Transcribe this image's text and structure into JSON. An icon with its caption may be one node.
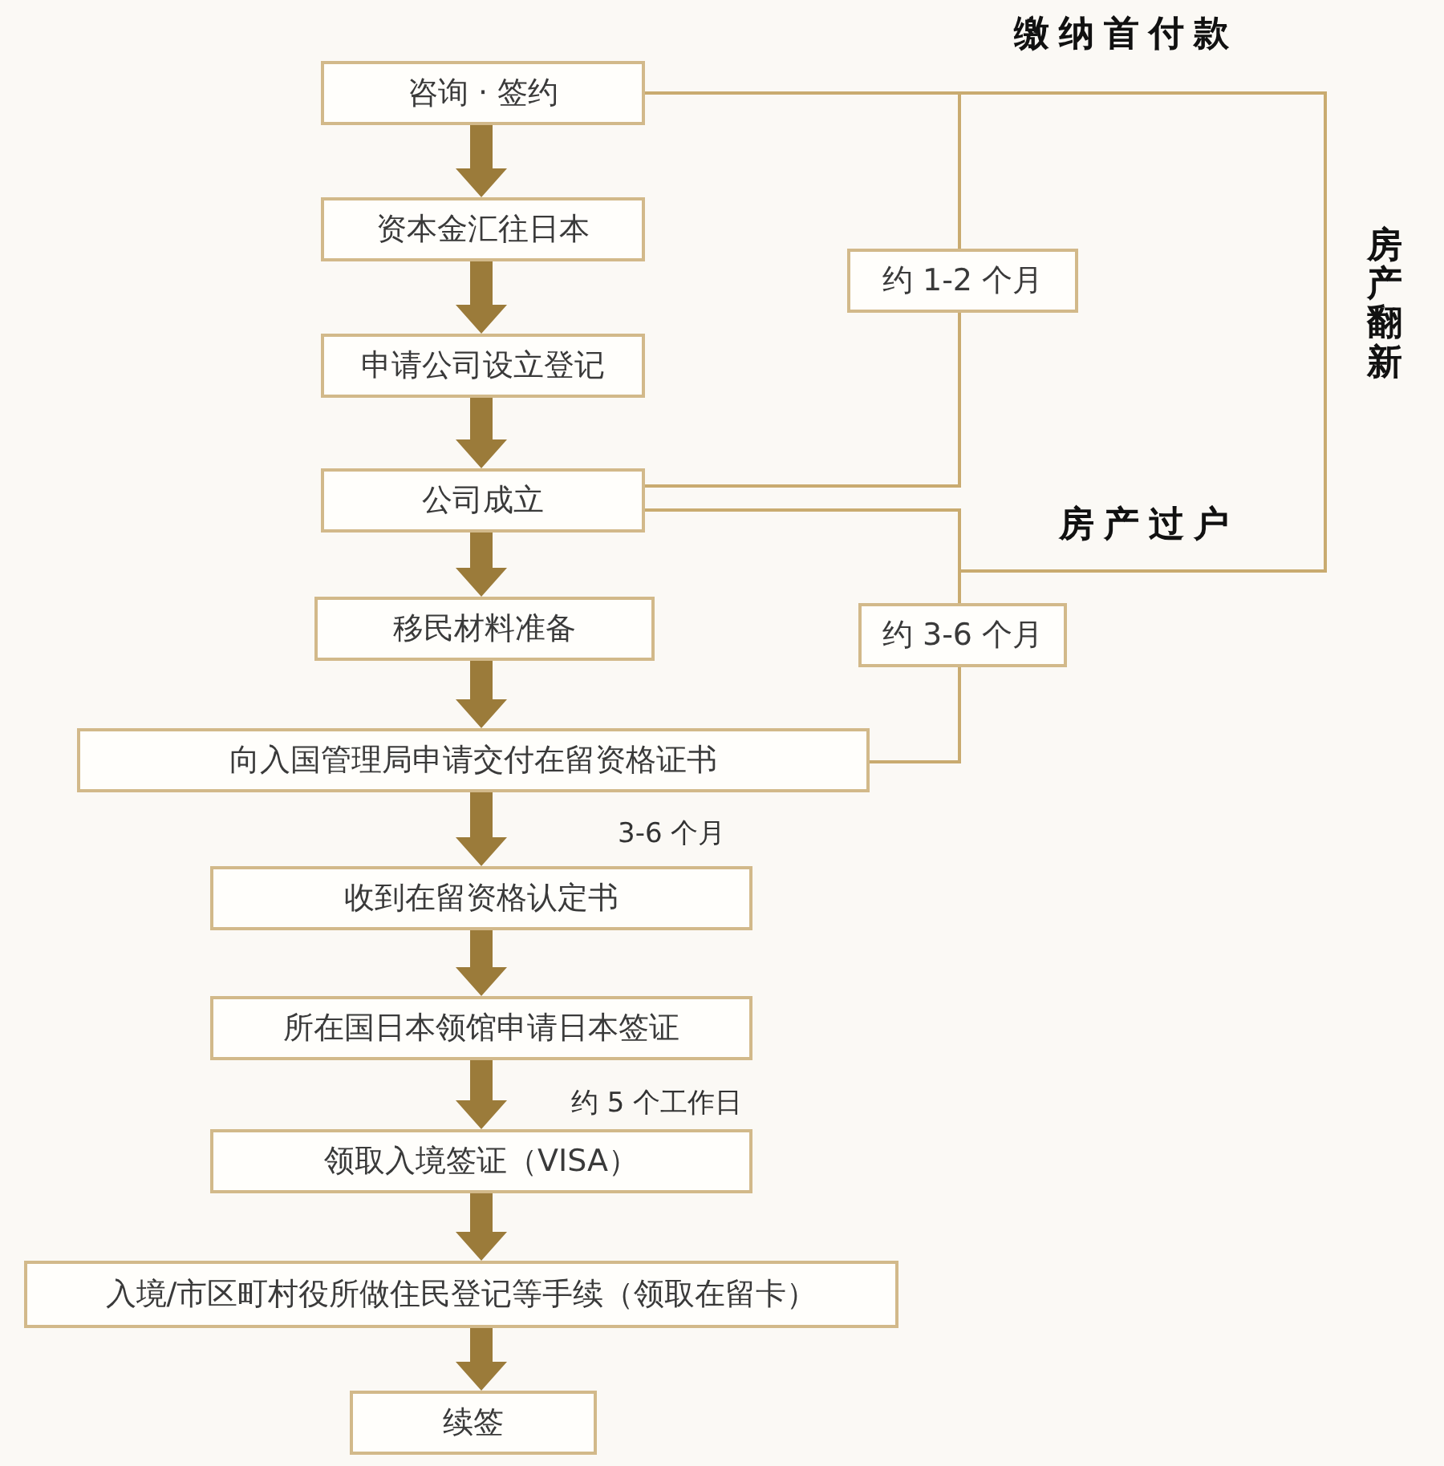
{
  "diagram": {
    "nodes": [
      {
        "text": [
          "咨询 · 签约"
        ]
      },
      {
        "text": [
          "资本金汇往日本"
        ]
      },
      {
        "text": [
          "申请公司设立登记"
        ]
      },
      {
        "text": [
          "公司成立"
        ]
      },
      {
        "text": [
          "移民材料准备"
        ]
      },
      {
        "text": [
          "向入国管理局申请交付在留资格证书"
        ]
      },
      {
        "text": [
          "收到在留资格认定书"
        ]
      },
      {
        "text": [
          "所在国日本领馆申请日本签证"
        ]
      },
      {
        "text": [
          "领取入境签证（VISA）"
        ]
      },
      {
        "text": [
          "入境/市区町村役所做住民登记等手续（领取在留卡）"
        ]
      },
      {
        "text": [
          "续签"
        ]
      },
      {
        "text": [
          "约 1-2 个月"
        ]
      },
      {
        "text": [
          "约 3-6 个月"
        ]
      }
    ],
    "edges": [
      {
        "from": 0,
        "to": 1,
        "arrow": "to",
        "style": "thick"
      },
      {
        "from": 1,
        "to": 2,
        "arrow": "to",
        "style": "thick"
      },
      {
        "from": 2,
        "to": 3,
        "arrow": "to",
        "style": "thick"
      },
      {
        "from": 3,
        "to": 4,
        "arrow": "to",
        "style": "thick"
      },
      {
        "from": 4,
        "to": 5,
        "arrow": "to",
        "style": "thick"
      },
      {
        "from": 5,
        "to": 6,
        "arrow": "to",
        "style": "thick"
      },
      {
        "from": 6,
        "to": 7,
        "arrow": "to",
        "style": "thick"
      },
      {
        "from": 7,
        "to": 8,
        "arrow": "to",
        "style": "thick"
      },
      {
        "from": 8,
        "to": 9,
        "arrow": "to",
        "style": "thick"
      },
      {
        "from": 9,
        "to": 10,
        "arrow": "to",
        "style": "thick"
      },
      {
        "from": 0,
        "to": 11,
        "arrow": "none",
        "color": "#c9ab70"
      },
      {
        "from": 11,
        "to": 3,
        "arrow": "none",
        "color": "#c9ab70"
      },
      {
        "from": 3,
        "to": 12,
        "arrow": "none",
        "color": "#c9ab70"
      },
      {
        "from": 0,
        "to": 12,
        "arrow": "none",
        "color": "#c9ab70"
      },
      {
        "from": 12,
        "to": 5,
        "arrow": "none",
        "color": "#c9ab70"
      }
    ],
    "labels": [
      "缴纳首付款",
      "房产翻新",
      "房产过户",
      "3-6 个月",
      "约 5 个工作日"
    ]
  }
}
